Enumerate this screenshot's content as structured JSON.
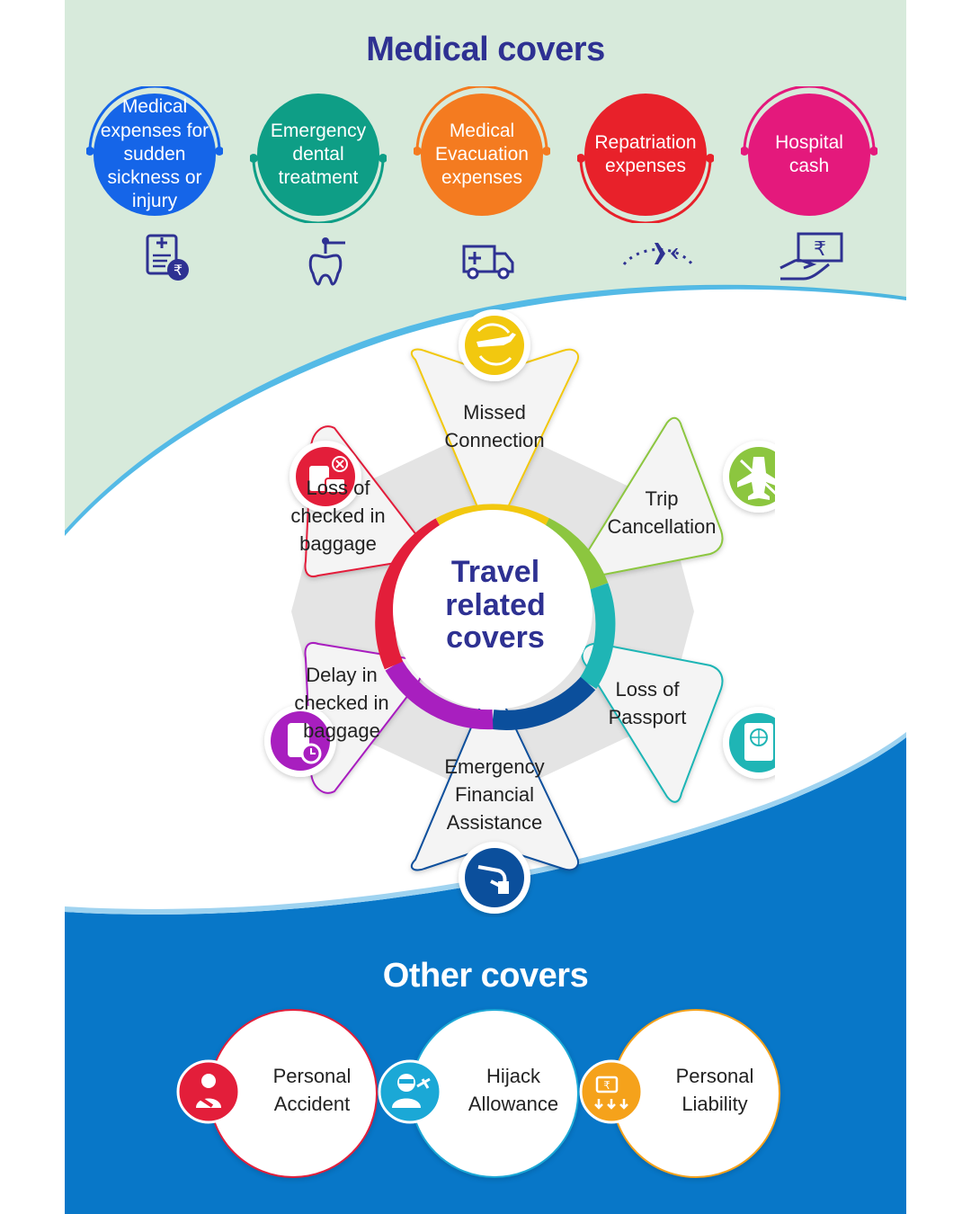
{
  "medical": {
    "title": "Medical covers",
    "items": [
      {
        "label": "Medical expenses for sudden sickness or injury",
        "color": "#1565e8",
        "icon": "medical-bill-rupee-icon"
      },
      {
        "label": "Emergency dental treatment",
        "color": "#0e9e86",
        "icon": "tooth-drill-icon"
      },
      {
        "label": "Medical Evacuation expenses",
        "color": "#f47b20",
        "icon": "ambulance-icon"
      },
      {
        "label": "Repatriation expenses",
        "color": "#e8212a",
        "icon": "airplane-path-icon"
      },
      {
        "label": "Hospital cash",
        "color": "#e4197c",
        "icon": "hand-cash-rupee-icon"
      }
    ]
  },
  "travel": {
    "center_title": "Travel related covers",
    "items": [
      {
        "label": "Missed Connection",
        "color": "#f2c80f",
        "icon": "missed-connection-icon"
      },
      {
        "label": "Trip Cancellation",
        "color": "#8cc63f",
        "icon": "cancelled-flight-icon"
      },
      {
        "label": "Loss of Passport",
        "color": "#1fb5b5",
        "icon": "passport-icon"
      },
      {
        "label": "Emergency Financial Assistance",
        "color": "#0b4f9c",
        "icon": "emergency-cash-icon"
      },
      {
        "label": "Delay in checked in baggage",
        "color": "#a81fbf",
        "icon": "baggage-clock-icon"
      },
      {
        "label": "Loss of checked in baggage",
        "color": "#e31e3a",
        "icon": "lost-baggage-icon"
      }
    ]
  },
  "other": {
    "title": "Other covers",
    "items": [
      {
        "label": "Personal Accident",
        "color": "#e31e3a",
        "icon": "injured-person-icon"
      },
      {
        "label": "Hijack Allowance",
        "color": "#1ba8d6",
        "icon": "hijacker-icon"
      },
      {
        "label": "Personal Liability",
        "color": "#f5a21b",
        "icon": "liability-money-icon"
      }
    ]
  },
  "colors": {
    "navy": "#2e3192",
    "top_bg": "#d7eadb",
    "bottom_bg": "#0877c8"
  }
}
